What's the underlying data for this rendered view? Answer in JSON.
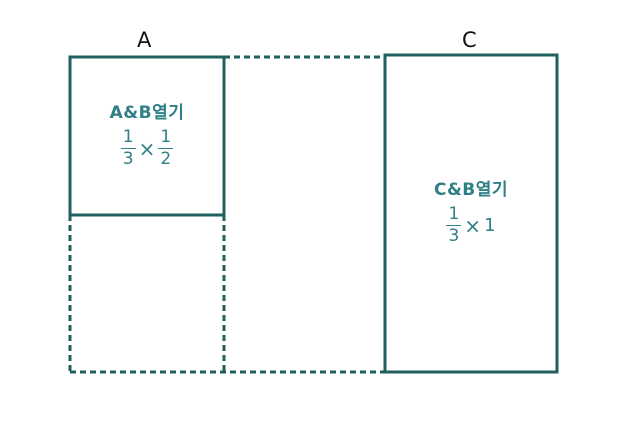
{
  "labels": {
    "a": "A",
    "c": "C"
  },
  "region_ab": {
    "title": "A&B열기",
    "frac1_num": "1",
    "frac1_den": "3",
    "op": "×",
    "frac2_num": "1",
    "frac2_den": "2"
  },
  "region_cb": {
    "title": "C&B열기",
    "frac_num": "1",
    "frac_den": "3",
    "op": "×",
    "factor": "1"
  },
  "colors": {
    "stroke": "#1f5f5c",
    "text": "#2f7f86"
  }
}
